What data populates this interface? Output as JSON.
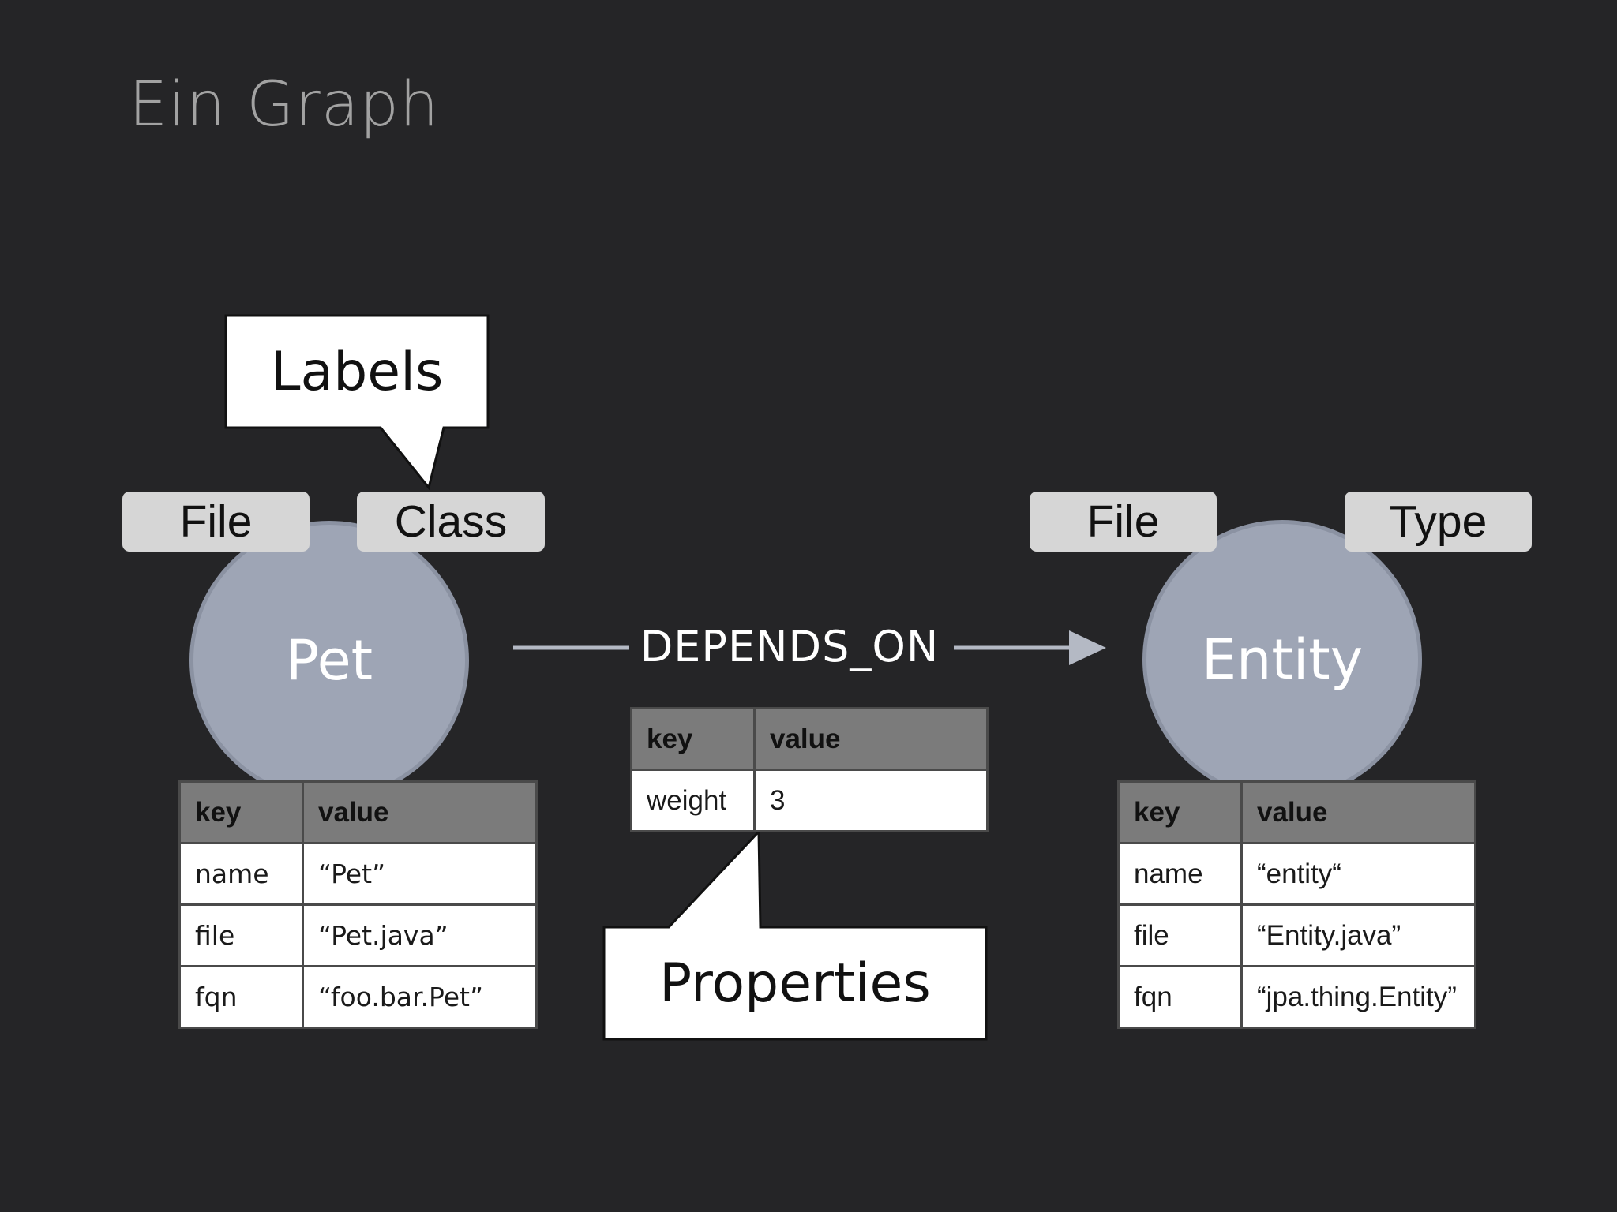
{
  "title": "Ein Graph",
  "callouts": {
    "labels": "Labels",
    "properties": "Properties"
  },
  "colors": {
    "background": "#252527",
    "node_fill": "#9ea5b5",
    "label_tag": "#d6d6d6",
    "table_header": "#7b7b7b"
  },
  "nodes": [
    {
      "name": "Pet",
      "labels": [
        "File",
        "Class"
      ],
      "properties": {
        "header": [
          "key",
          "value"
        ],
        "rows": [
          [
            "name",
            "“Pet”"
          ],
          [
            "file",
            "“Pet.java”"
          ],
          [
            "fqn",
            "“foo.bar.Pet”"
          ]
        ]
      }
    },
    {
      "name": "Entity",
      "labels": [
        "File",
        "Type"
      ],
      "properties": {
        "header": [
          "key",
          "value"
        ],
        "rows": [
          [
            "name",
            "“entity“"
          ],
          [
            "file",
            "“Entity.java”"
          ],
          [
            "fqn",
            "“jpa.thing.Entity”"
          ]
        ]
      }
    }
  ],
  "relationship": {
    "type": "DEPENDS_ON",
    "properties": {
      "header": [
        "key",
        "value"
      ],
      "rows": [
        [
          "weight",
          "3"
        ]
      ]
    }
  }
}
